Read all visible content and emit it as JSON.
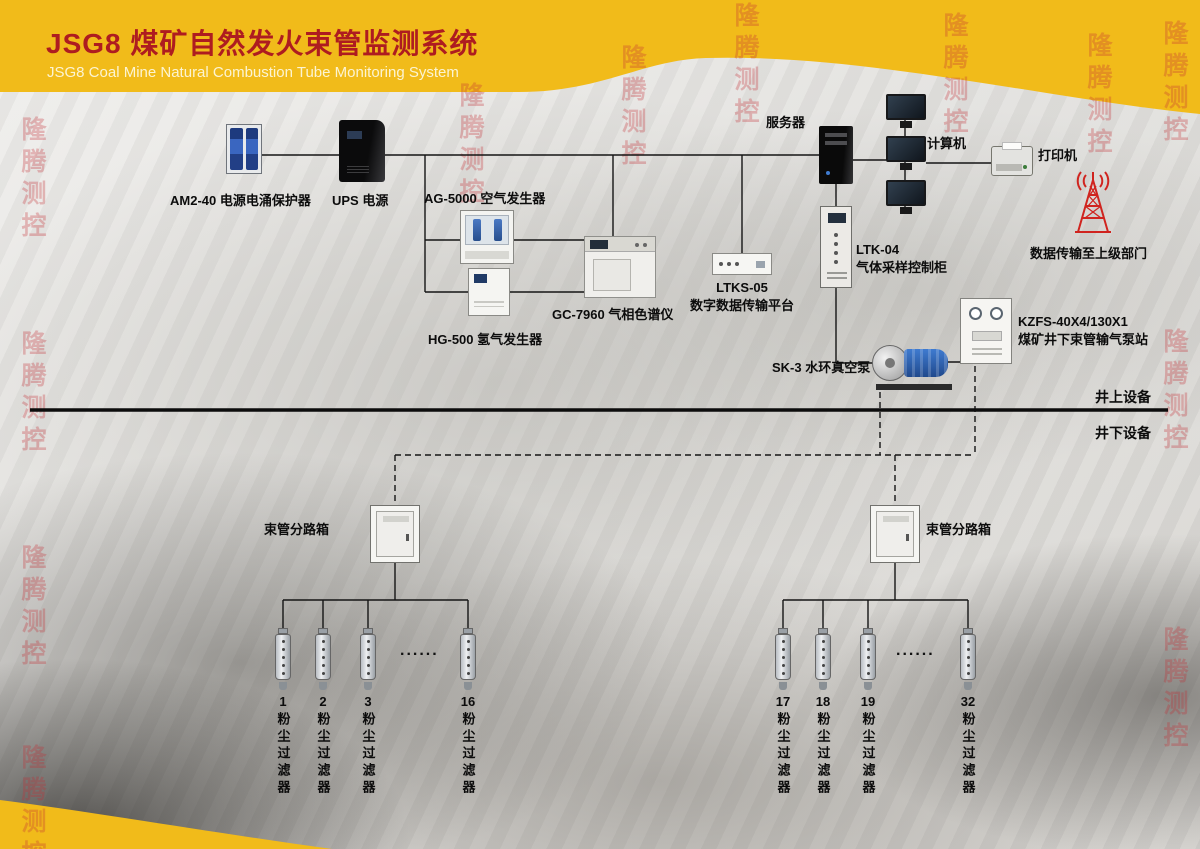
{
  "header": {
    "title": "JSG8 煤矿自然发火束管监测系统",
    "subtitle": "JSG8 Coal Mine Natural Combustion Tube Monitoring System",
    "band_color": "#f1bb1a",
    "title_color": "#ae1c20"
  },
  "watermark": {
    "text": "隆腾测控",
    "color": "#c52d34"
  },
  "labels": {
    "am240": "AM2-40 电源电涌保护器",
    "ups": "UPS 电源",
    "ag5000": "AG-5000 空气发生器",
    "hg500": "HG-500 氢气发生器",
    "gc7960": "GC-7960 气相色谱仪",
    "ltks05": "LTKS-05\n数字数据传输平台",
    "server": "服务器",
    "computer": "计算机",
    "printer": "打印机",
    "antenna": "数据传输至上级部门",
    "ltk04": "LTK-04\n气体采样控制柜",
    "kzfs": "KZFS-40X4/130X1\n煤矿井下束管输气泵站",
    "sk3": "SK-3 水环真空泵",
    "branch_left": "束管分路箱",
    "branch_right": "束管分路箱"
  },
  "divider": {
    "above_label": "井上设备",
    "below_label": "井下设备"
  },
  "filters": {
    "char_label": "粉尘过滤器",
    "dots": "......",
    "left": {
      "numbers": [
        "1",
        "2",
        "3",
        "16"
      ]
    },
    "right": {
      "numbers": [
        "17",
        "18",
        "19",
        "32"
      ]
    }
  }
}
